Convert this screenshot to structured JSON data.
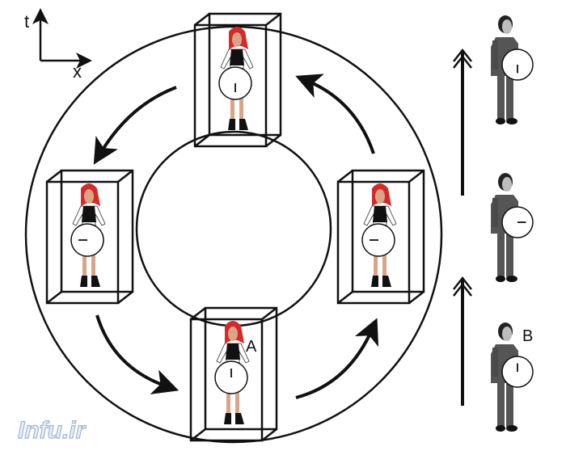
{
  "axes": {
    "t_label": "t",
    "x_label": "x"
  },
  "labels": {
    "observer_a": "A",
    "observer_b": "B"
  },
  "watermark": "Infu.ir",
  "colors": {
    "line": "#111111",
    "hair": "#d42a2a",
    "skin": "#d9a586",
    "suit": "#555555",
    "man_face": "#bdbdbd"
  },
  "women_clock_hands": [
    "down",
    "left",
    "left",
    "up"
  ],
  "men_clock_hands": [
    "down",
    "right",
    "up"
  ]
}
